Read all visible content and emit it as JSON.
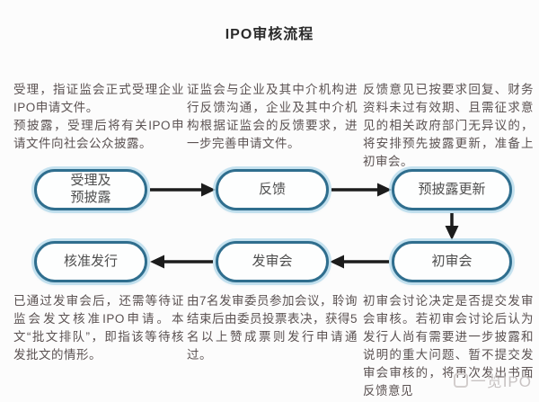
{
  "title": "IPO审核流程",
  "top_notes": [
    {
      "text": "受理，指证监会正式受理企业IPO申请文件。\n预披露，受理后将有关IPO申请文件向社会公众披露。"
    },
    {
      "text": "证监会与企业及其中介机构进行反馈沟通，企业及其中介机构根据证监会的反馈要求，进一步完善申请文件。"
    },
    {
      "text": "反馈意见已按要求回复、财务资料未过有效期、且需征求意见的相关政府部门无异议的，将安排预先披露更新，准备上初审会。"
    }
  ],
  "nodes": {
    "accept_predisclose": "受理及\n预披露",
    "feedback": "反馈",
    "predisclose_update": "预披露更新",
    "first_review": "初审会",
    "issuance_review": "发审会",
    "approve_issue": "核准发行"
  },
  "bottom_notes": [
    {
      "text": "已通过发审会后，还需等待证监会发文核准IPO申请。本文“批文排队”，即指该等待核发批文的情形。"
    },
    {
      "text": "由7名发审委员参加会议，聆询结束后由委员投票表决，获得5名以上赞成票则发行申请通过。"
    },
    {
      "text": "初审会讨论决定是否提交发审会审核。若初审会讨论后认为发行人尚有需要进一步披露和说明的重大问题、暂不提交发审会审核的，将再次发出书面反馈意见"
    }
  ],
  "watermark": "一览IPO",
  "colors": {
    "node_border": "#2f6e8e",
    "node_glow": "#abd6e9",
    "arrow": "#1c1c1c",
    "body_text": "#5b5252",
    "watermark": "#c8c3c3"
  }
}
